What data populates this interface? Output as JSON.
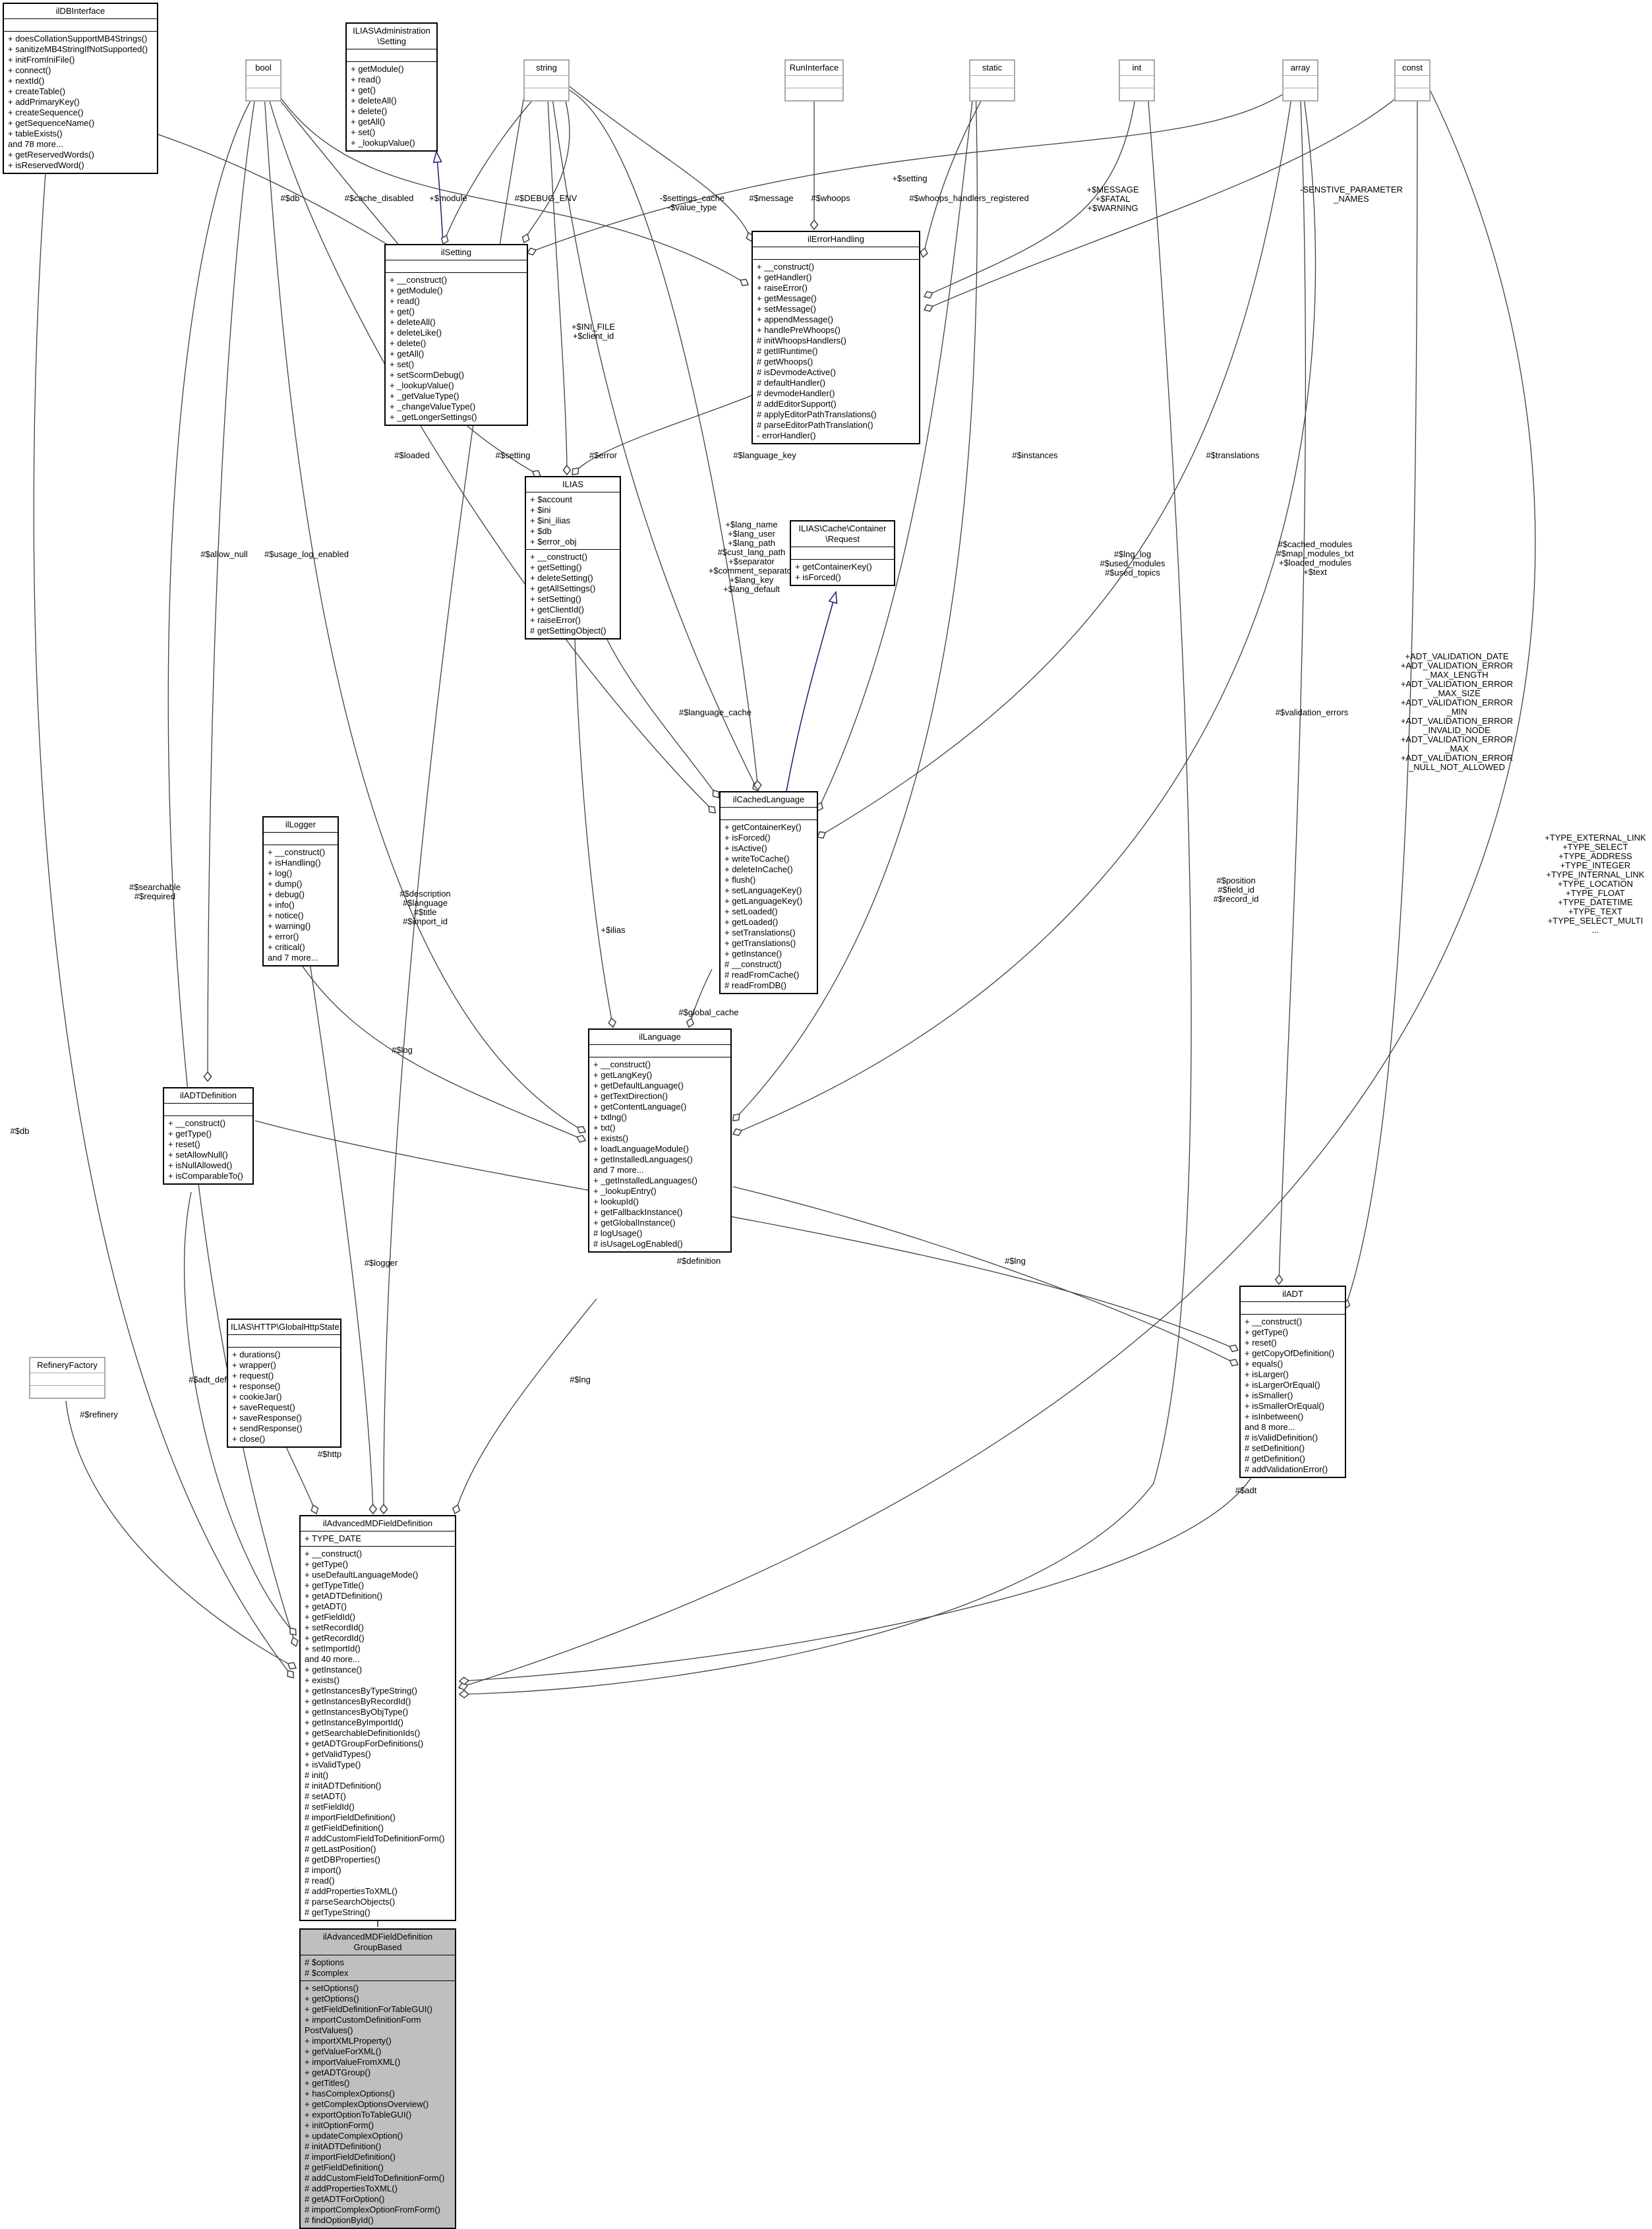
{
  "boxes": [
    {
      "id": "ildbinterface",
      "title": "ilDBInterface",
      "style": "normal",
      "attrs": [],
      "methods": [
        "+ doesCollationSupportMB4Strings()",
        "+ sanitizeMB4StringIfNotSupported()",
        "+ initFromIniFile()",
        "+ connect()",
        "+ nextId()",
        "+ createTable()",
        "+ addPrimaryKey()",
        "+ createSequence()",
        "+ getSequenceName()",
        "+ tableExists()",
        "and 78 more...",
        "+ getReservedWords()",
        "+ isReservedWord()"
      ]
    },
    {
      "id": "bool",
      "title": "bool",
      "style": "grey",
      "attrs": [],
      "methods": []
    },
    {
      "id": "adminsetting",
      "title": "ILIAS\\Administration\n\\Setting",
      "style": "normal",
      "attrs": [],
      "methods": [
        "+ getModule()",
        "+ read()",
        "+ get()",
        "+ deleteAll()",
        "+ delete()",
        "+ getAll()",
        "+ set()",
        "+ _lookupValue()"
      ]
    },
    {
      "id": "string",
      "title": "string",
      "style": "grey",
      "attrs": [],
      "methods": []
    },
    {
      "id": "runinterface",
      "title": "RunInterface",
      "style": "grey",
      "attrs": [],
      "methods": []
    },
    {
      "id": "static",
      "title": "static",
      "style": "grey",
      "attrs": [],
      "methods": []
    },
    {
      "id": "int",
      "title": "int",
      "style": "grey",
      "attrs": [],
      "methods": []
    },
    {
      "id": "array",
      "title": "array",
      "style": "grey",
      "attrs": [],
      "methods": []
    },
    {
      "id": "const",
      "title": "const",
      "style": "grey",
      "attrs": [],
      "methods": []
    },
    {
      "id": "ilsetting",
      "title": "ilSetting",
      "style": "normal",
      "attrs": [],
      "methods": [
        "+ __construct()",
        "+ getModule()",
        "+ read()",
        "+ get()",
        "+ deleteAll()",
        "+ deleteLike()",
        "+ delete()",
        "+ getAll()",
        "+ set()",
        "+ setScormDebug()",
        "+ _lookupValue()",
        "+ _getValueType()",
        "+ _changeValueType()",
        "+ _getLongerSettings()"
      ]
    },
    {
      "id": "ilerrorhandling",
      "title": "ilErrorHandling",
      "style": "normal",
      "attrs": [],
      "methods": [
        "+ __construct()",
        "+ getHandler()",
        "+ raiseError()",
        "+ getMessage()",
        "+ setMessage()",
        "+ appendMessage()",
        "+ handlePreWhoops()",
        "# initWhoopsHandlers()",
        "# getIlRuntime()",
        "# getWhoops()",
        "# isDevmodeActive()",
        "# defaultHandler()",
        "# devmodeHandler()",
        "# addEditorSupport()",
        "# applyEditorPathTranslations()",
        "# parseEditorPathTranslation()",
        "- errorHandler()"
      ]
    },
    {
      "id": "ilias",
      "title": "ILIAS",
      "style": "normal",
      "attrs": [
        "+ $account",
        "+ $ini",
        "+ $ini_ilias",
        "+ $db",
        "+ $error_obj"
      ],
      "methods": [
        "+ __construct()",
        "+ getSetting()",
        "+ deleteSetting()",
        "+ getAllSettings()",
        "+ setSetting()",
        "+ getClientId()",
        "+ raiseError()",
        "# getSettingObject()"
      ]
    },
    {
      "id": "cacherequest",
      "title": "ILIAS\\Cache\\Container\n\\Request",
      "style": "normal",
      "attrs": [],
      "methods": [
        "+ getContainerKey()",
        "+ isForced()"
      ]
    },
    {
      "id": "illogger",
      "title": "ilLogger",
      "style": "normal",
      "attrs": [],
      "methods": [
        "+ __construct()",
        "+ isHandling()",
        "+ log()",
        "+ dump()",
        "+ debug()",
        "+ info()",
        "+ notice()",
        "+ warning()",
        "+ error()",
        "+ critical()",
        "and 7 more..."
      ]
    },
    {
      "id": "ilcachedlanguage",
      "title": "ilCachedLanguage",
      "style": "normal",
      "attrs": [],
      "methods": [
        "+ getContainerKey()",
        "+ isForced()",
        "+ isActive()",
        "+ writeToCache()",
        "+ deleteInCache()",
        "+ flush()",
        "+ setLanguageKey()",
        "+ getLanguageKey()",
        "+ setLoaded()",
        "+ getLoaded()",
        "+ setTranslations()",
        "+ getTranslations()",
        "+ getInstance()",
        "# __construct()",
        "# readFromCache()",
        "# readFromDB()"
      ]
    },
    {
      "id": "illanguage",
      "title": "ilLanguage",
      "style": "normal",
      "attrs": [],
      "methods": [
        "+ __construct()",
        "+ getLangKey()",
        "+ getDefaultLanguage()",
        "+ getTextDirection()",
        "+ getContentLanguage()",
        "+ txtlng()",
        "+ txt()",
        "+ exists()",
        "+ loadLanguageModule()",
        "+ getInstalledLanguages()",
        "and 7 more...",
        "+ _getInstalledLanguages()",
        "+ _lookupEntry()",
        "+ lookupId()",
        "+ getFallbackInstance()",
        "+ getGlobalInstance()",
        "# logUsage()",
        "# isUsageLogEnabled()"
      ]
    },
    {
      "id": "iladtdefinition",
      "title": "ilADTDefinition",
      "style": "normal",
      "attrs": [],
      "methods": [
        "+ __construct()",
        "+ getType()",
        "+ reset()",
        "+ setAllowNull()",
        "+ isNullAllowed()",
        "+ isComparableTo()"
      ]
    },
    {
      "id": "iladt",
      "title": "ilADT",
      "style": "normal",
      "attrs": [],
      "methods": [
        "+ __construct()",
        "+ getType()",
        "+ reset()",
        "+ getCopyOfDefinition()",
        "+ equals()",
        "+ isLarger()",
        "+ isLargerOrEqual()",
        "+ isSmaller()",
        "+ isSmallerOrEqual()",
        "+ isInbetween()",
        "and 8 more...",
        "# isValidDefinition()",
        "# setDefinition()",
        "# getDefinition()",
        "# addValidationError()"
      ]
    },
    {
      "id": "refineryfactory",
      "title": "RefineryFactory",
      "style": "grey",
      "attrs": [],
      "methods": []
    },
    {
      "id": "globalhttpstate",
      "title": "ILIAS\\HTTP\\GlobalHttpState",
      "style": "normal",
      "attrs": [],
      "methods": [
        "+ durations()",
        "+ wrapper()",
        "+ request()",
        "+ response()",
        "+ cookieJar()",
        "+ saveRequest()",
        "+ saveResponse()",
        "+ sendResponse()",
        "+ close()"
      ]
    },
    {
      "id": "iladvmdfielddef",
      "title": "ilAdvancedMDFieldDefinition",
      "style": "normal",
      "attrs": [
        "+ TYPE_DATE"
      ],
      "methods": [
        "+ __construct()",
        "+ getType()",
        "+ useDefaultLanguageMode()",
        "+ getTypeTitle()",
        "+ getADTDefinition()",
        "+ getADT()",
        "+ getFieldId()",
        "+ setRecordId()",
        "+ getRecordId()",
        "+ setImportId()",
        "and 40 more...",
        "+ getInstance()",
        "+ exists()",
        "+ getInstancesByTypeString()",
        "+ getInstancesByRecordId()",
        "+ getInstancesByObjType()",
        "+ getInstanceByImportId()",
        "+ getSearchableDefinitionIds()",
        "+ getADTGroupForDefinitions()",
        "+ getValidTypes()",
        "+ isValidType()",
        "# init()",
        "# initADTDefinition()",
        "# setADT()",
        "# setFieldId()",
        "# importFieldDefinition()",
        "# getFieldDefinition()",
        "# addCustomFieldToDefinitionForm()",
        "# getLastPosition()",
        "# getDBProperties()",
        "# import()",
        "# read()",
        "# addPropertiesToXML()",
        "# parseSearchObjects()",
        "# getTypeString()"
      ]
    },
    {
      "id": "groupbased",
      "title": "ilAdvancedMDFieldDefinition\nGroupBased",
      "style": "highlight",
      "attrs": [
        "# $options",
        "# $complex"
      ],
      "methods": [
        "+ setOptions()",
        "+ getOptions()",
        "+ getFieldDefinitionForTableGUI()",
        "+ importCustomDefinitionForm\nPostValues()",
        "+ importXMLProperty()",
        "+ getValueForXML()",
        "+ importValueFromXML()",
        "+ getADTGroup()",
        "+ getTitles()",
        "+ hasComplexOptions()",
        "+ getComplexOptionsOverview()",
        "+ exportOptionToTableGUI()",
        "+ initOptionForm()",
        "+ updateComplexOption()",
        "# initADTDefinition()",
        "# importFieldDefinition()",
        "# getFieldDefinition()",
        "# addCustomFieldToDefinitionForm()",
        "# addPropertiesToXML()",
        "# getADTForOption()",
        "# importComplexOptionFromForm()",
        "# findOptionById()"
      ]
    }
  ],
  "edges": [
    {
      "id": "e-db-advmd",
      "label": [
        "#$db"
      ]
    },
    {
      "id": "e-searchable",
      "label": [
        "#$searchable",
        "#$required"
      ]
    },
    {
      "id": "e-allownull",
      "label": [
        "#$allow_null"
      ]
    },
    {
      "id": "e-usagelog",
      "label": [
        "#$usage_log_enabled"
      ]
    },
    {
      "id": "e-loaded",
      "label": [
        "#$loaded"
      ]
    },
    {
      "id": "e-db-setting",
      "label": [
        "#$db"
      ]
    },
    {
      "id": "e-cachedisabled",
      "label": [
        "#$cache_disabled"
      ]
    },
    {
      "id": "e-module",
      "label": [
        "+$module"
      ]
    },
    {
      "id": "e-debugenv",
      "label": [
        "#$DEBUG_ENV"
      ]
    },
    {
      "id": "e-settingscache",
      "label": [
        "-$settings_cache",
        "-$value_type"
      ]
    },
    {
      "id": "e-message",
      "label": [
        "#$message"
      ]
    },
    {
      "id": "e-whoops",
      "label": [
        "#$whoops"
      ]
    },
    {
      "id": "e-whoopsreg",
      "label": [
        "#$whoops_handlers_registered"
      ]
    },
    {
      "id": "e-setting-arr",
      "label": [
        "+$setting"
      ]
    },
    {
      "id": "e-msgfatal",
      "label": [
        "+$MESSAGE",
        "+$FATAL",
        "+$WARNING"
      ]
    },
    {
      "id": "e-sensitive",
      "label": [
        "-SENSTIVE_PARAMETER",
        "_NAMES"
      ]
    },
    {
      "id": "e-inifile",
      "label": [
        "+$INI_FILE",
        "+$client_id"
      ]
    },
    {
      "id": "e-setting",
      "label": [
        "#$setting"
      ]
    },
    {
      "id": "e-error",
      "label": [
        "#$error"
      ]
    },
    {
      "id": "e-langkey",
      "label": [
        "#$language_key"
      ]
    },
    {
      "id": "e-instances",
      "label": [
        "#$instances"
      ]
    },
    {
      "id": "e-translations",
      "label": [
        "#$translations"
      ]
    },
    {
      "id": "e-langname",
      "label": [
        "+$lang_name",
        "+$lang_user",
        "+$lang_path",
        "#$cust_lang_path",
        "+$separator",
        "+$comment_separator",
        "+$lang_key",
        "+$lang_default"
      ]
    },
    {
      "id": "e-lnglog",
      "label": [
        "#$lng_log",
        "#$used_modules",
        "#$used_topics"
      ]
    },
    {
      "id": "e-cachedmodules",
      "label": [
        "#$cached_modules",
        "#$map_modules_txt",
        "+$loaded_modules",
        "+$text"
      ]
    },
    {
      "id": "e-langcache",
      "label": [
        "#$language_cache"
      ]
    },
    {
      "id": "e-validation",
      "label": [
        "#$validation_errors"
      ]
    },
    {
      "id": "e-adtvalid",
      "label": [
        "+ADT_VALIDATION_DATE",
        "+ADT_VALIDATION_ERROR",
        "_MAX_LENGTH",
        "+ADT_VALIDATION_ERROR",
        "_MAX_SIZE",
        "+ADT_VALIDATION_ERROR",
        "_MIN",
        "+ADT_VALIDATION_ERROR",
        "_INVALID_NODE",
        "+ADT_VALIDATION_ERROR",
        "_MAX",
        "+ADT_VALIDATION_ERROR",
        "_NULL_NOT_ALLOWED"
      ]
    },
    {
      "id": "e-typeconst",
      "label": [
        "+TYPE_EXTERNAL_LINK",
        "+TYPE_SELECT",
        "+TYPE_ADDRESS",
        "+TYPE_INTEGER",
        "+TYPE_INTERNAL_LINK",
        "+TYPE_LOCATION",
        "+TYPE_FLOAT",
        "+TYPE_DATETIME",
        "+TYPE_TEXT",
        "+TYPE_SELECT_MULTI",
        "..."
      ]
    },
    {
      "id": "e-ilias",
      "label": [
        "+$ilias"
      ]
    },
    {
      "id": "e-description",
      "label": [
        "#$description",
        "#$language",
        "#$title",
        "#$import_id"
      ]
    },
    {
      "id": "e-position",
      "label": [
        "#$position",
        "#$field_id",
        "#$record_id"
      ]
    },
    {
      "id": "e-globalcache",
      "label": [
        "#$global_cache"
      ]
    },
    {
      "id": "e-log",
      "label": [
        "#$log"
      ]
    },
    {
      "id": "e-definition",
      "label": [
        "#$definition"
      ]
    },
    {
      "id": "e-lng-adt",
      "label": [
        "#$lng"
      ]
    },
    {
      "id": "e-logger",
      "label": [
        "#$logger"
      ]
    },
    {
      "id": "e-adtdef",
      "label": [
        "#$adt_def"
      ]
    },
    {
      "id": "e-lng-advmd",
      "label": [
        "#$lng"
      ]
    },
    {
      "id": "e-refinery",
      "label": [
        "#$refinery"
      ]
    },
    {
      "id": "e-http",
      "label": [
        "#$http"
      ]
    },
    {
      "id": "e-adt",
      "label": [
        "#$adt"
      ]
    }
  ]
}
